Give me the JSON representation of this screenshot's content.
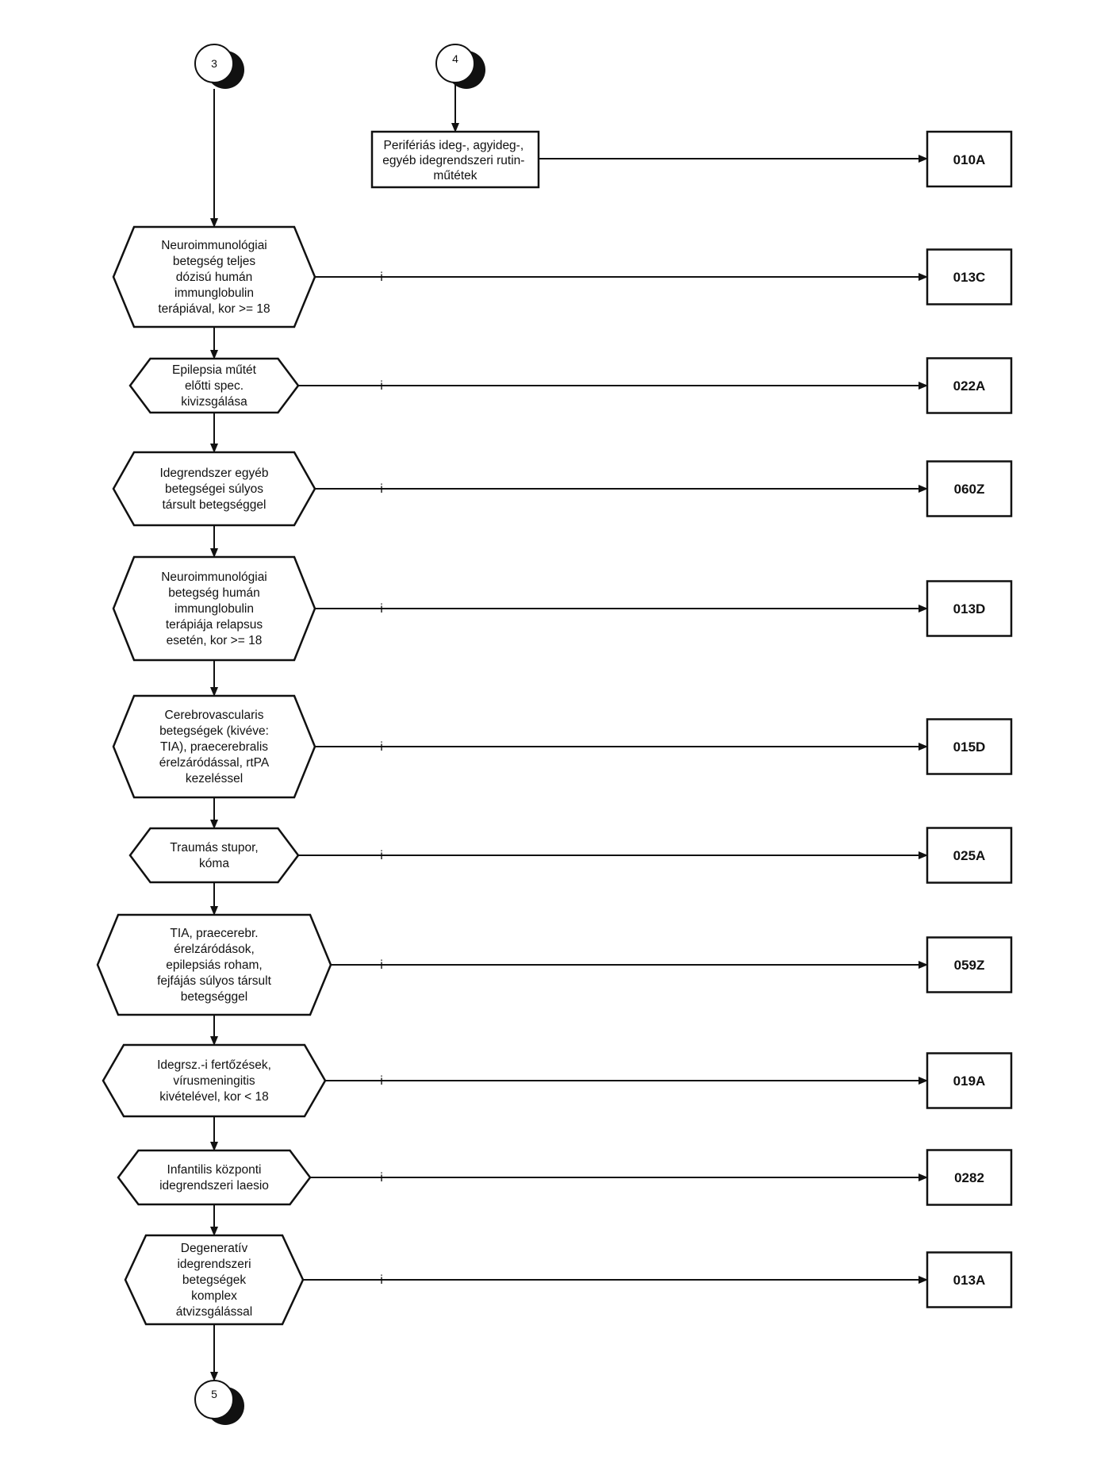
{
  "connectors": {
    "top_left": "3",
    "top_right": "4",
    "bottom": "5"
  },
  "start_box": {
    "lines": [
      "Perifériás ideg-, agyideg-,",
      "egyéb idegrendszeri rutin-",
      "műtétek"
    ],
    "code": "010A"
  },
  "decisions": [
    {
      "lines": [
        "Neuroimmunológiai",
        "betegség teljes",
        "dózisú humán",
        "immunglobulin",
        "terápiával, kor >= 18"
      ],
      "branch_label": "i",
      "code": "013C"
    },
    {
      "lines": [
        "Epilepsia műtét",
        "előtti  spec.",
        "kivizsgálása"
      ],
      "branch_label": "i",
      "code": "022A"
    },
    {
      "lines": [
        "Idegrendszer egyéb",
        "betegségei súlyos",
        "társult betegséggel"
      ],
      "branch_label": "i",
      "code": "060Z"
    },
    {
      "lines": [
        "Neuroimmunológiai",
        "betegség humán",
        "immunglobulin",
        "terápiája relapsus",
        "esetén, kor >= 18"
      ],
      "branch_label": "i",
      "code": "013D"
    },
    {
      "lines": [
        "Cerebrovascularis",
        "betegségek (kivéve:",
        "TIA), praecerebralis",
        "érelzáródással, rtPA",
        "kezeléssel"
      ],
      "branch_label": "i",
      "code": "015D"
    },
    {
      "lines": [
        "Traumás stupor,",
        "kóma"
      ],
      "branch_label": "i",
      "code": "025A"
    },
    {
      "lines": [
        "TIA, praecerebr.",
        "érelzáródások,",
        "epilepsiás roham,",
        "fejfájás súlyos társult",
        "betegséggel"
      ],
      "branch_label": "i",
      "code": "059Z"
    },
    {
      "lines": [
        "Idegrsz.-i fertőzések,",
        "vírusmeningitis",
        "kivételével, kor < 18"
      ],
      "branch_label": "i",
      "code": "019A"
    },
    {
      "lines": [
        "Infantilis központi",
        "idegrendszeri laesio"
      ],
      "branch_label": "i",
      "code": "0282"
    },
    {
      "lines": [
        "Degeneratív",
        "idegrendszeri",
        "betegségek",
        "komplex",
        "átvizsgálással"
      ],
      "branch_label": "i",
      "code": "013A"
    }
  ]
}
